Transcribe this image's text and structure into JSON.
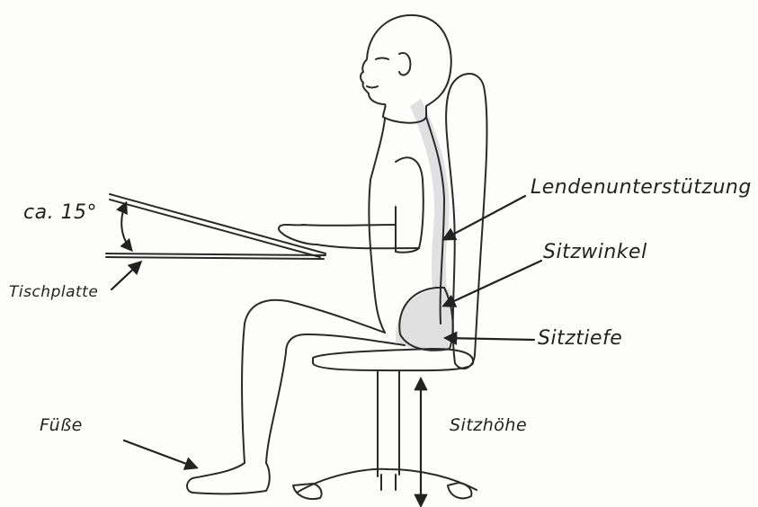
{
  "diagram": {
    "labels": {
      "angle": "ca. 15°",
      "tabletop": "Tischplatte",
      "lumbar_support": "Lendenunterstützung",
      "seat_angle": "Sitzwinkel",
      "seat_depth": "Sitztiefe",
      "seat_height": "Sitzhöhe",
      "feet": "Füße"
    },
    "colors": {
      "ink": "#2a2a2a",
      "shading": "#c9c9cc",
      "paper": "#fdfdfc"
    }
  }
}
